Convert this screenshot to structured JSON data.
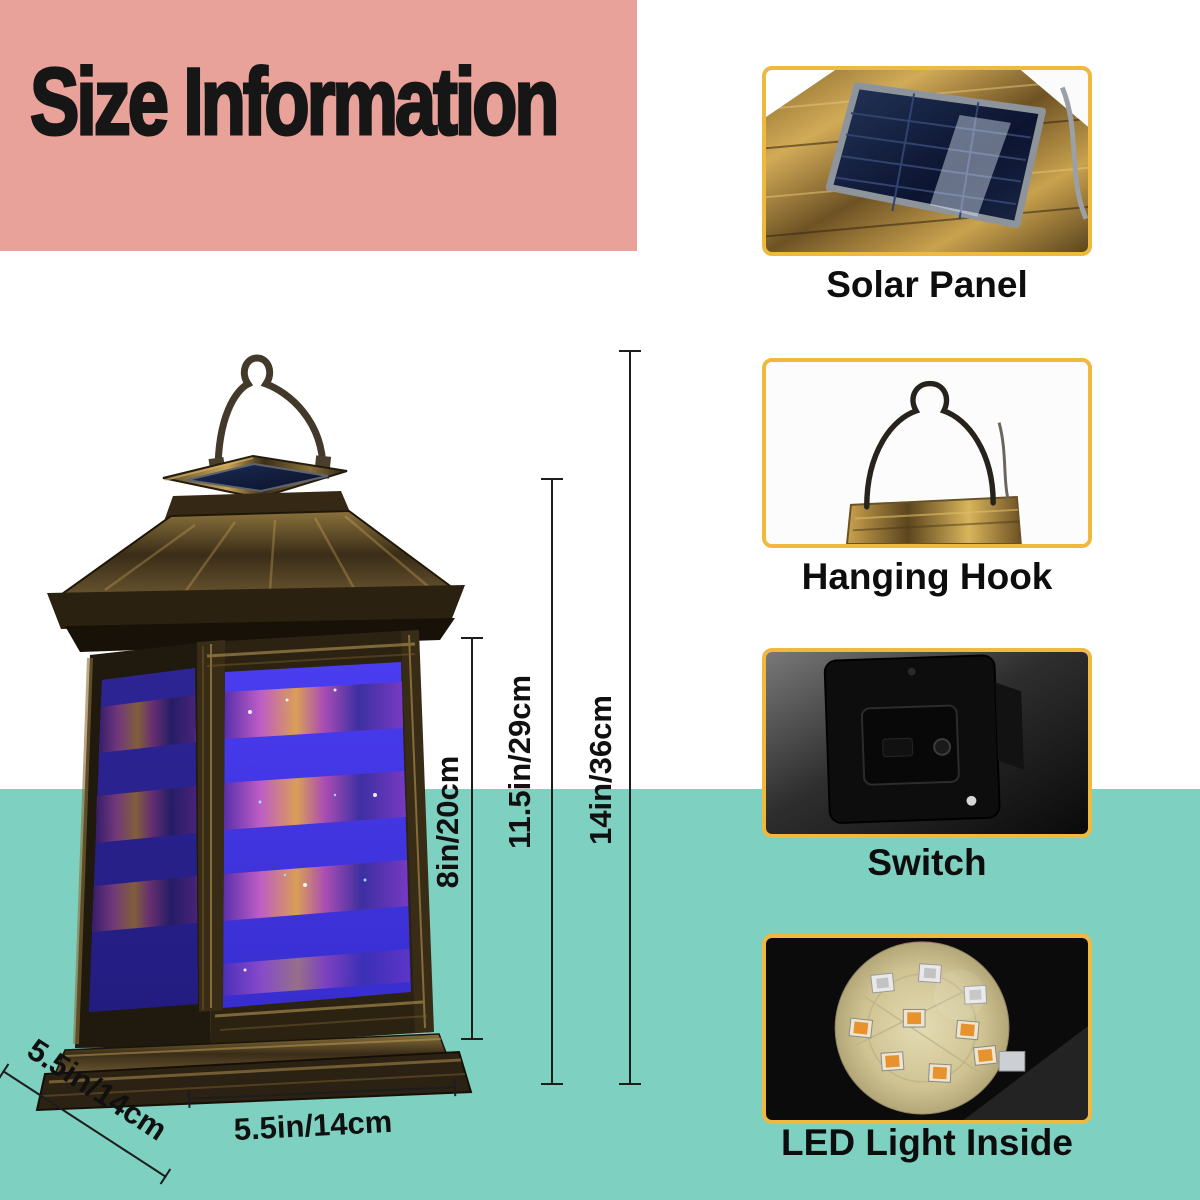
{
  "title": "Size Information",
  "colors": {
    "banner_pink": "#e8a29a",
    "background_top": "#ffffff",
    "background_bottom_teal": "#7ed0c0",
    "card_border_yellow": "#eeb93d",
    "text_black": "#141414",
    "lantern_glass_blue": "#4238e0",
    "lantern_frame_bronze": "#6b5630"
  },
  "dimensions": {
    "glass_height": "8in/20cm",
    "body_height": "11.5in/29cm",
    "total_height": "14in/36cm",
    "base_side_depth": "5.5in/14cm",
    "base_front_width": "5.5in/14cm"
  },
  "features": [
    {
      "label": "Solar Panel",
      "icon": "solar-panel-photo"
    },
    {
      "label": "Hanging Hook",
      "icon": "hanging-hook-photo"
    },
    {
      "label": "Switch",
      "icon": "switch-photo"
    },
    {
      "label": "LED Light Inside",
      "icon": "led-light-photo"
    }
  ]
}
